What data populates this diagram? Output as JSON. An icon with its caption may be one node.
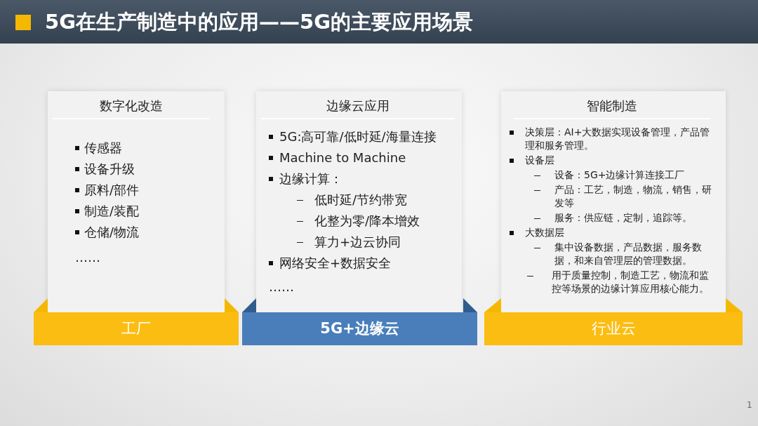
{
  "diagram": {
    "title": "5G在生产制造中的应用——5G的主要应用场景",
    "nodes": [
      {
        "text": [
          "数字化改造",
          "传感器",
          "设备升级",
          "原料/部件",
          "制造/装配",
          "仓储/物流",
          "……"
        ]
      },
      {
        "text": [
          "工厂"
        ]
      },
      {
        "text": [
          "边缘云应用",
          "5G:高可靠/低时延/海量连接",
          "Machine to Machine",
          "边缘计算：",
          "低时延/节约带宽",
          "化整为零/降本增效",
          "算力+边云协同",
          "网络安全+数据安全",
          "……"
        ]
      },
      {
        "text": [
          "5G+边缘云"
        ]
      },
      {
        "text": [
          "智能制造",
          "决策层：AI+大数据实现设备管理，产品管理和服务管理。",
          "设备层",
          "设备：5G+边缘计算连接工厂",
          "产品：工艺，制造，物流，销售，研发等",
          "服务：供应链，定制，追踪等。",
          "大数据层",
          "集中设备数据，产品数据，服务数据，和来自管理层的管理数据。",
          "用于质量控制，制造工艺，物流和监控等场景的边缘计算应用核心能力。"
        ]
      },
      {
        "text": [
          "行业云"
        ]
      }
    ],
    "labels": [
      "1"
    ]
  }
}
